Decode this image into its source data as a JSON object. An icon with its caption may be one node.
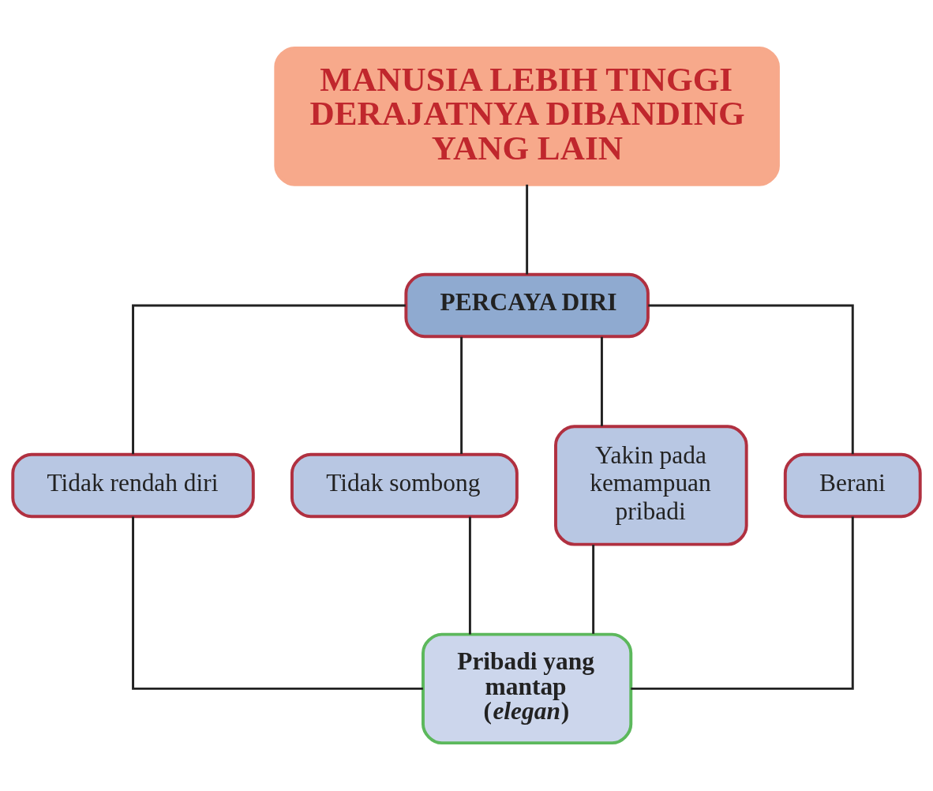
{
  "diagram": {
    "nodes": [
      {
        "text": [
          "MANUSIA LEBIH TINGGI DERAJATNYA DIBANDING YANG LAIN"
        ]
      },
      {
        "text": [
          "PERCAYA DIRI"
        ]
      },
      {
        "text": [
          "Tidak rendah diri"
        ]
      },
      {
        "text": [
          "Tidak sombong"
        ]
      },
      {
        "text": [
          "Yakin pada kemampuan pribadi"
        ]
      },
      {
        "text": [
          "Berani"
        ]
      },
      {
        "text": [
          "Pribadi yang mantap (*elegan*)"
        ]
      }
    ],
    "edges": [
      {
        "from": 0,
        "to": 1,
        "arrow": "none"
      },
      {
        "from": 1,
        "to": 2,
        "arrow": "none"
      },
      {
        "from": 1,
        "to": 3,
        "arrow": "none"
      },
      {
        "from": 1,
        "to": 4,
        "arrow": "none"
      },
      {
        "from": 1,
        "to": 5,
        "arrow": "none"
      },
      {
        "from": 2,
        "to": 6,
        "arrow": "none"
      },
      {
        "from": 3,
        "to": 6,
        "arrow": "none"
      },
      {
        "from": 4,
        "to": 6,
        "arrow": "none"
      },
      {
        "from": 5,
        "to": 6,
        "arrow": "none"
      }
    ]
  }
}
